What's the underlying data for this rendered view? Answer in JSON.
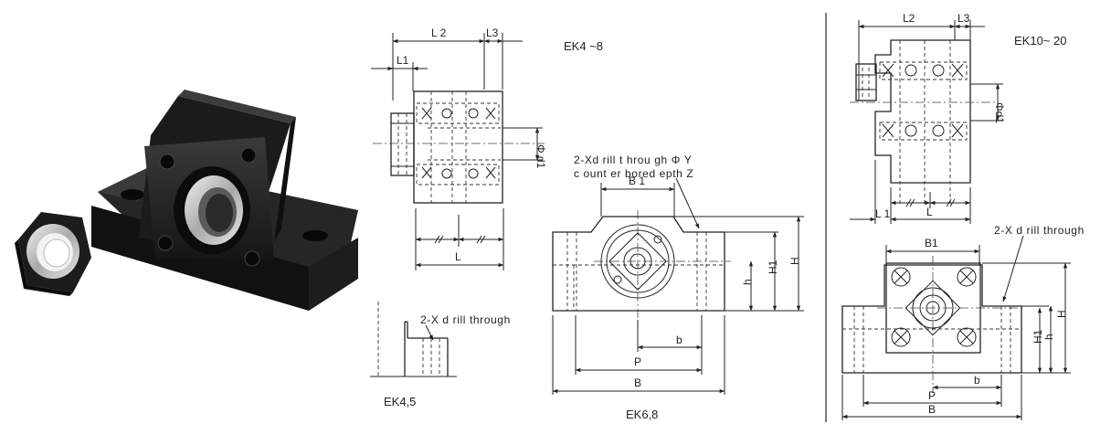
{
  "captions": {
    "ek4_8": "EK4 ~8",
    "ek10_20": "EK10~ 20",
    "ek45": "EK4,5",
    "ek68": "EK6,8"
  },
  "notes": {
    "drill_counterbore": [
      "2-Xd rill t hrou gh Φ Y",
      "c ount er bored epth Z"
    ],
    "drill_through_small": "2-X d rill through",
    "drill_through_large": "2-X d rill through"
  },
  "dims": {
    "L": "L",
    "L1": "L1",
    "L2": "L 2",
    "L3": "L3",
    "d1": "Φ d1",
    "B": "B",
    "B1": "B 1",
    "P": "P",
    "b": "b",
    "H": "H",
    "H1": "H1",
    "h": "h"
  },
  "dims_large": {
    "L": "L",
    "L1": "L 1",
    "L2": "L2",
    "L3": "L3",
    "d1": "Φd1",
    "B": "B",
    "B1": "B1",
    "P": "P",
    "b": "b",
    "H": "H",
    "H1": "H1",
    "h": "h"
  },
  "colors": {
    "ink": "#222222",
    "photo_body": "#1b1b1b",
    "bearing": "#c9c9c9"
  }
}
